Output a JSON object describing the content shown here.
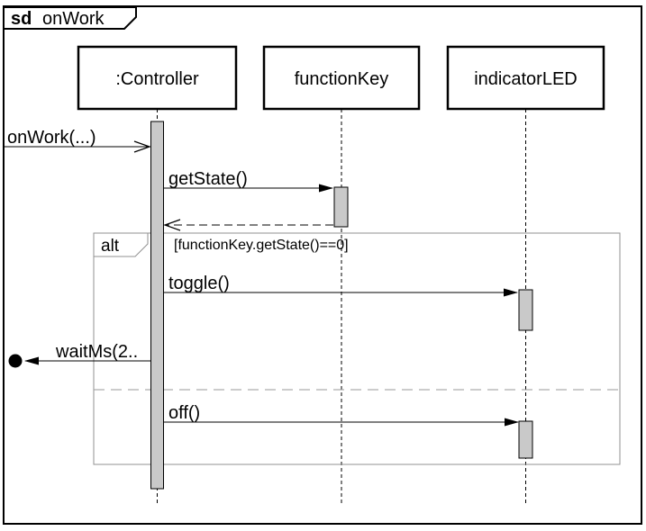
{
  "diagram": {
    "keyword": "sd",
    "title": "onWork",
    "lifelines": [
      {
        "name": ":Controller"
      },
      {
        "name": "functionKey"
      },
      {
        "name": "indicatorLED"
      }
    ],
    "fragment": {
      "operator": "alt",
      "guard": "[functionKey.getState()==0]"
    },
    "messages": [
      {
        "label": "onWork(...)",
        "kind": "async-open-arrow",
        "from": "environment",
        "to": ":Controller"
      },
      {
        "label": "getState()",
        "kind": "sync-filled-arrow",
        "from": ":Controller",
        "to": "functionKey"
      },
      {
        "label": "",
        "kind": "reply-dashed",
        "from": "functionKey",
        "to": ":Controller"
      },
      {
        "label": "toggle()",
        "kind": "sync-filled-arrow",
        "from": ":Controller",
        "to": "indicatorLED"
      },
      {
        "label": "waitMs(2..",
        "kind": "lost-message",
        "from": ":Controller",
        "to": "lost-circle"
      },
      {
        "label": "off()",
        "kind": "sync-filled-arrow",
        "from": ":Controller",
        "to": "indicatorLED"
      }
    ],
    "colors": {
      "activation_fill": "#c9c9c9",
      "fragment_border": "#919191",
      "guard_text": "#8a8a8a",
      "operator_text": "#8f8f8f",
      "stroke": "#000000",
      "background": "#ffffff"
    }
  }
}
